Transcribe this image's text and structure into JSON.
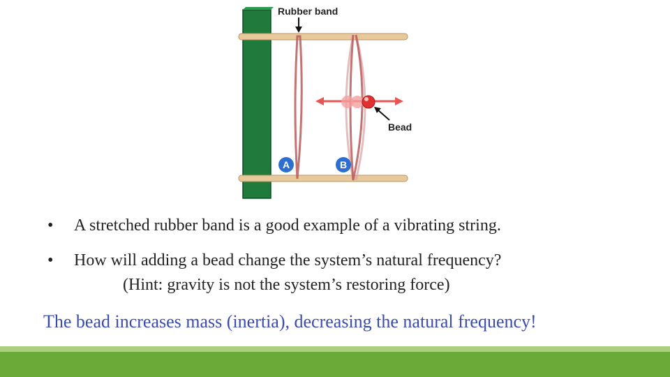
{
  "diagram": {
    "rubber_band_label": "Rubber band",
    "bead_label": "Bead",
    "marker_a": "A",
    "marker_b": "B",
    "colors": {
      "post": "#1f7a3c",
      "rod": "#e8c99c",
      "band": "#b85a5a",
      "bead": "#e03030",
      "marker": "#2c6fd0",
      "arrow": "#e85555"
    }
  },
  "bullets": [
    {
      "symbol": "•",
      "text": "A stretched rubber band is a good example of a vibrating string."
    },
    {
      "symbol": "•",
      "text": "How will adding a bead change the system’s natural frequency?"
    }
  ],
  "hint": "(Hint: gravity is not the system’s restoring force)",
  "answer": "The bead increases mass (inertia), decreasing the natural frequency!",
  "footer": {
    "color_light": "#a9cf7f",
    "color_dark": "#6aaa39"
  }
}
